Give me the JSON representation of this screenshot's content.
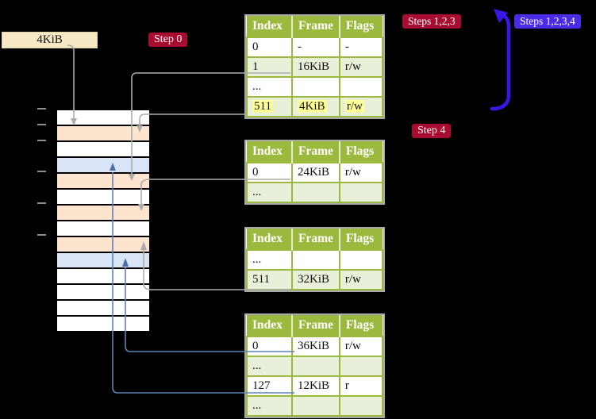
{
  "labels": {
    "frame_box": "4KiB",
    "step0": "Step 0",
    "steps_123": "Steps 1,2,3",
    "steps_1234": "Steps 1,2,3,4",
    "step4": "Step 4"
  },
  "colors": {
    "background": "#000000",
    "step_badge_red": "#A80D31",
    "step_badge_blue": "#4B2BE8",
    "table_green": "#9BBA3D",
    "table_row_shaded": "#E9F0DA",
    "highlight_yellow": "#FFFF99",
    "frame_box_tan": "#F8E9C6",
    "page_table_cell_fill": "#FCE4CE",
    "mapped_page_cell_fill": "#D9E5F6",
    "gray_arrow": "#ACACAC",
    "blue_arrow": "#5F82B8",
    "loop_arrow_blue": "#3A16E8"
  },
  "memory_strip": {
    "cells": [
      "free",
      "page_table",
      "free",
      "mapped_page",
      "page_table",
      "free",
      "page_table",
      "free",
      "page_table",
      "mapped_page",
      "free",
      "free",
      "free",
      "free"
    ]
  },
  "tables": [
    {
      "name": "page-table-top",
      "columns": [
        "Index",
        "Frame",
        "Flags"
      ],
      "rows": [
        {
          "cells": [
            "0",
            "-",
            "-"
          ],
          "shaded": false,
          "highlighted": false
        },
        {
          "cells": [
            "1",
            "16KiB",
            "r/w"
          ],
          "shaded": true,
          "highlighted": false
        },
        {
          "cells": [
            "...",
            "",
            ""
          ],
          "shaded": false,
          "highlighted": false
        },
        {
          "cells": [
            "511",
            "4KiB",
            "r/w"
          ],
          "shaded": true,
          "highlighted": true
        }
      ]
    },
    {
      "name": "page-table-second",
      "columns": [
        "Index",
        "Frame",
        "Flags"
      ],
      "rows": [
        {
          "cells": [
            "0",
            "24KiB",
            "r/w"
          ],
          "shaded": false,
          "highlighted": false
        },
        {
          "cells": [
            "...",
            "",
            ""
          ],
          "shaded": true,
          "highlighted": false
        }
      ]
    },
    {
      "name": "page-table-third",
      "columns": [
        "Index",
        "Frame",
        "Flags"
      ],
      "rows": [
        {
          "cells": [
            "...",
            "",
            ""
          ],
          "shaded": false,
          "highlighted": false
        },
        {
          "cells": [
            "511",
            "32KiB",
            "r/w"
          ],
          "shaded": true,
          "highlighted": false
        }
      ]
    },
    {
      "name": "page-table-bottom",
      "columns": [
        "Index",
        "Frame",
        "Flags"
      ],
      "rows": [
        {
          "cells": [
            "0",
            "36KiB",
            "r/w"
          ],
          "shaded": false,
          "highlighted": false
        },
        {
          "cells": [
            "...",
            "",
            ""
          ],
          "shaded": true,
          "highlighted": false
        },
        {
          "cells": [
            "127",
            "12KiB",
            "r"
          ],
          "shaded": false,
          "highlighted": false
        },
        {
          "cells": [
            "...",
            "",
            ""
          ],
          "shaded": true,
          "highlighted": false
        }
      ]
    }
  ]
}
